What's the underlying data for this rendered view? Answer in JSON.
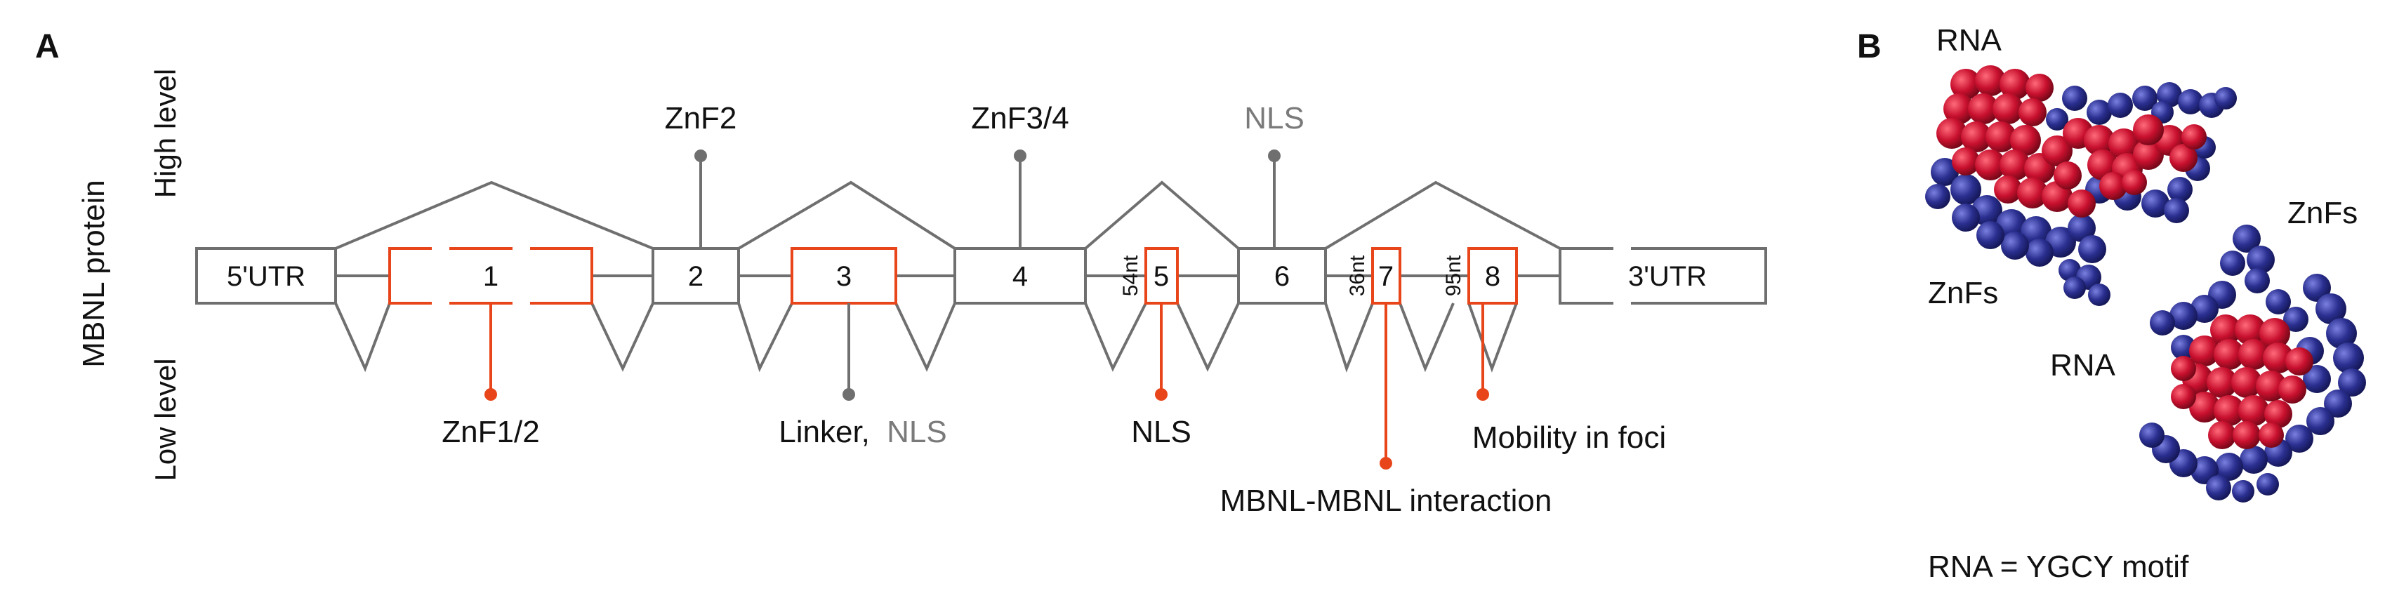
{
  "colors": {
    "orange": "#e8451a",
    "gray": "#6f6f6f",
    "black": "#111111",
    "rna_red": "#c8102e",
    "znf_blue": "#2a2f8f"
  },
  "panel_a": {
    "label": "A",
    "y_title": "MBNL protein",
    "y_high": "High level",
    "y_low": "Low level",
    "utr5": "5'UTR",
    "utr3": "3'UTR",
    "exons": [
      "1",
      "2",
      "3",
      "4",
      "5",
      "6",
      "7",
      "8"
    ],
    "exon_sizes": {
      "e5": "54nt",
      "e7": "36nt",
      "e8": "95nt"
    },
    "top_labels": {
      "e2": "ZnF2",
      "e4": "ZnF3/4",
      "e6": "NLS"
    },
    "bottom_labels": {
      "e1": "ZnF1/2",
      "e3_part1": "Linker,",
      "e3_part2": "NLS",
      "e5": "NLS",
      "e7": "MBNL-MBNL interaction",
      "e8": "Mobility in foci"
    }
  },
  "panel_b": {
    "label": "B",
    "rna_top": "RNA",
    "znfs_left": "ZnFs",
    "znfs_right": "ZnFs",
    "rna_bottom": "RNA",
    "caption": "RNA = YGCY motif"
  }
}
